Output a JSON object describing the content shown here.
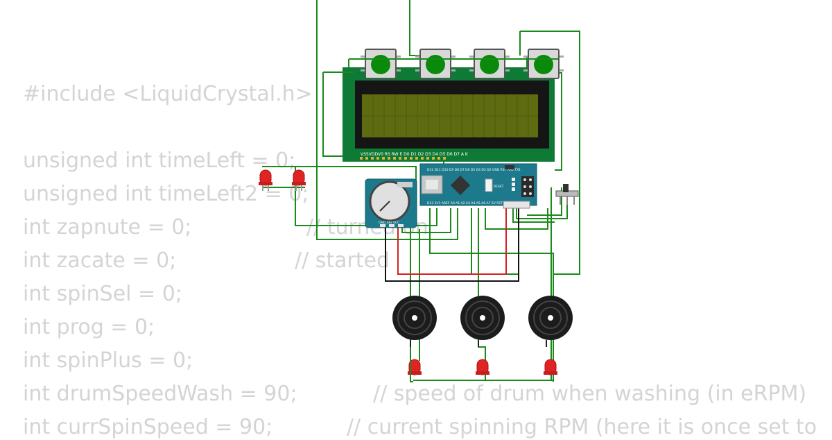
{
  "code": {
    "include": "#include <LiquidCrystal.h>",
    "lines": [
      {
        "code": "unsigned int timeLeft = 0;",
        "comment": ""
      },
      {
        "code": "unsigned int timeLeft2 = 0;",
        "comment": ""
      },
      {
        "code": "int zapnute = 0;",
        "comment": "// turned on"
      },
      {
        "code": "int zacate = 0;",
        "comment": "// started"
      },
      {
        "code": "int spinSel = 0;",
        "comment": ""
      },
      {
        "code": "int prog = 0;",
        "comment": ""
      },
      {
        "code": "int spinPlus = 0;",
        "comment": ""
      },
      {
        "code": "int drumSpeedWash = 90;",
        "comment": "// speed of drum when washing (in eRPM)"
      },
      {
        "code": "int currSpinSpeed = 90;",
        "comment": "// current spinning RPM (here it is once set to"
      }
    ]
  },
  "circuit": {
    "lcd_pin_labels": "VSSVDDV0 RS RW E  D0 D1 D2 D3 D4 D5 D6 D7  A  K",
    "nano_top_pins": "D12 D11 D10 D9  D8  D7  D6  D5  D4  D3  D2 GND RST RX0 TX1",
    "nano_bottom_pins": "D13 3V3 AREF A0  A1  A2  A3  A4  A5  A6  A7  5V  RST GND VIN",
    "pot_pins": "GND SIG VCC",
    "nano_reset_label": "RESET",
    "colors": {
      "wire_green": "#1a8a1a",
      "wire_red": "#d42020",
      "wire_black": "#111111",
      "lcd_pcb": "#0e7a35",
      "lcd_screen": "#5e6b10",
      "nano_board": "#1d7a8c",
      "button_cap": "#0a8a0a",
      "led_red": "#e02424"
    }
  }
}
